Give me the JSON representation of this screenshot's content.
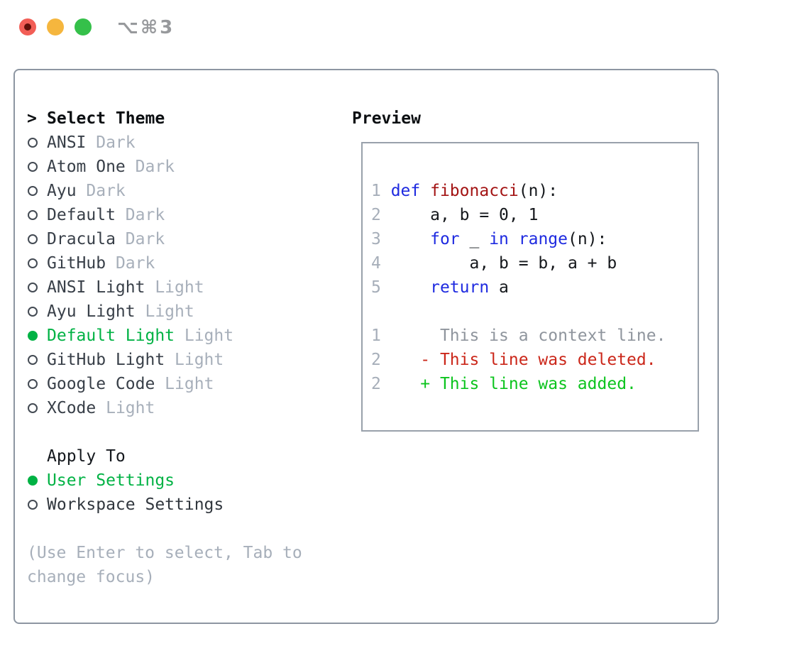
{
  "window": {
    "title": "⌥⌘3",
    "traffic_lights": [
      "close",
      "minimize",
      "zoom"
    ]
  },
  "colors": {
    "traffic_red": "#f25e56",
    "traffic_red_dot": "#611009",
    "traffic_yellow": "#f5b63e",
    "traffic_green": "#35c04a",
    "selected_green": "#00b244",
    "line_number_gray": "#a6aeb9",
    "keyword_blue": "#1e2ae0",
    "function_red": "#a31414",
    "context_gray": "#8f959d",
    "deleted_red": "#cb271a",
    "added_green": "#0cc41e"
  },
  "theme_picker": {
    "header": {
      "marker": ">",
      "label": "Select Theme"
    },
    "themes": [
      {
        "name": "ANSI",
        "variant": "Dark",
        "selected": false
      },
      {
        "name": "Atom One",
        "variant": "Dark",
        "selected": false
      },
      {
        "name": "Ayu",
        "variant": "Dark",
        "selected": false
      },
      {
        "name": "Default",
        "variant": "Dark",
        "selected": false
      },
      {
        "name": "Dracula",
        "variant": "Dark",
        "selected": false
      },
      {
        "name": "GitHub",
        "variant": "Dark",
        "selected": false
      },
      {
        "name": "ANSI Light",
        "variant": "Light",
        "selected": false
      },
      {
        "name": "Ayu Light",
        "variant": "Light",
        "selected": false
      },
      {
        "name": "Default Light",
        "variant": "Light",
        "selected": true
      },
      {
        "name": "GitHub Light",
        "variant": "Light",
        "selected": false
      },
      {
        "name": "Google Code",
        "variant": "Light",
        "selected": false
      },
      {
        "name": "XCode",
        "variant": "Light",
        "selected": false
      }
    ],
    "apply_to": {
      "label": "Apply To",
      "options": [
        {
          "name": "User Settings",
          "selected": true
        },
        {
          "name": "Workspace Settings",
          "selected": false
        }
      ]
    },
    "hint": "(Use Enter to select, Tab to change focus)"
  },
  "preview": {
    "title": "Preview",
    "lines": [
      {
        "segments": [
          {
            "t": "1 ",
            "c": "num"
          },
          {
            "t": "def",
            "c": "kw"
          },
          {
            "t": " ",
            "c": "plain"
          },
          {
            "t": "fibonacci",
            "c": "fn"
          },
          {
            "t": "(n):",
            "c": "plain"
          }
        ]
      },
      {
        "segments": [
          {
            "t": "2",
            "c": "num"
          },
          {
            "t": "     a, b = 0, 1",
            "c": "plain"
          }
        ]
      },
      {
        "segments": [
          {
            "t": "3",
            "c": "num"
          },
          {
            "t": "     ",
            "c": "plain"
          },
          {
            "t": "for",
            "c": "kw"
          },
          {
            "t": " _ ",
            "c": "plain"
          },
          {
            "t": "in",
            "c": "kw"
          },
          {
            "t": " ",
            "c": "plain"
          },
          {
            "t": "range",
            "c": "kw"
          },
          {
            "t": "(n):",
            "c": "plain"
          }
        ]
      },
      {
        "segments": [
          {
            "t": "4",
            "c": "num"
          },
          {
            "t": "         a, b = b, a + b",
            "c": "plain"
          }
        ]
      },
      {
        "segments": [
          {
            "t": "5",
            "c": "num"
          },
          {
            "t": "     ",
            "c": "plain"
          },
          {
            "t": "return",
            "c": "kw"
          },
          {
            "t": " a",
            "c": "plain"
          }
        ]
      },
      {
        "segments": []
      },
      {
        "segments": [
          {
            "t": "1",
            "c": "num"
          },
          {
            "t": "      This is a context line.",
            "c": "ctx"
          }
        ]
      },
      {
        "segments": [
          {
            "t": "2",
            "c": "num"
          },
          {
            "t": "    ",
            "c": "plain"
          },
          {
            "t": "- This line was deleted.",
            "c": "del"
          }
        ]
      },
      {
        "segments": [
          {
            "t": "2",
            "c": "num"
          },
          {
            "t": "    ",
            "c": "plain"
          },
          {
            "t": "+ This line was added.",
            "c": "add"
          }
        ]
      }
    ]
  }
}
